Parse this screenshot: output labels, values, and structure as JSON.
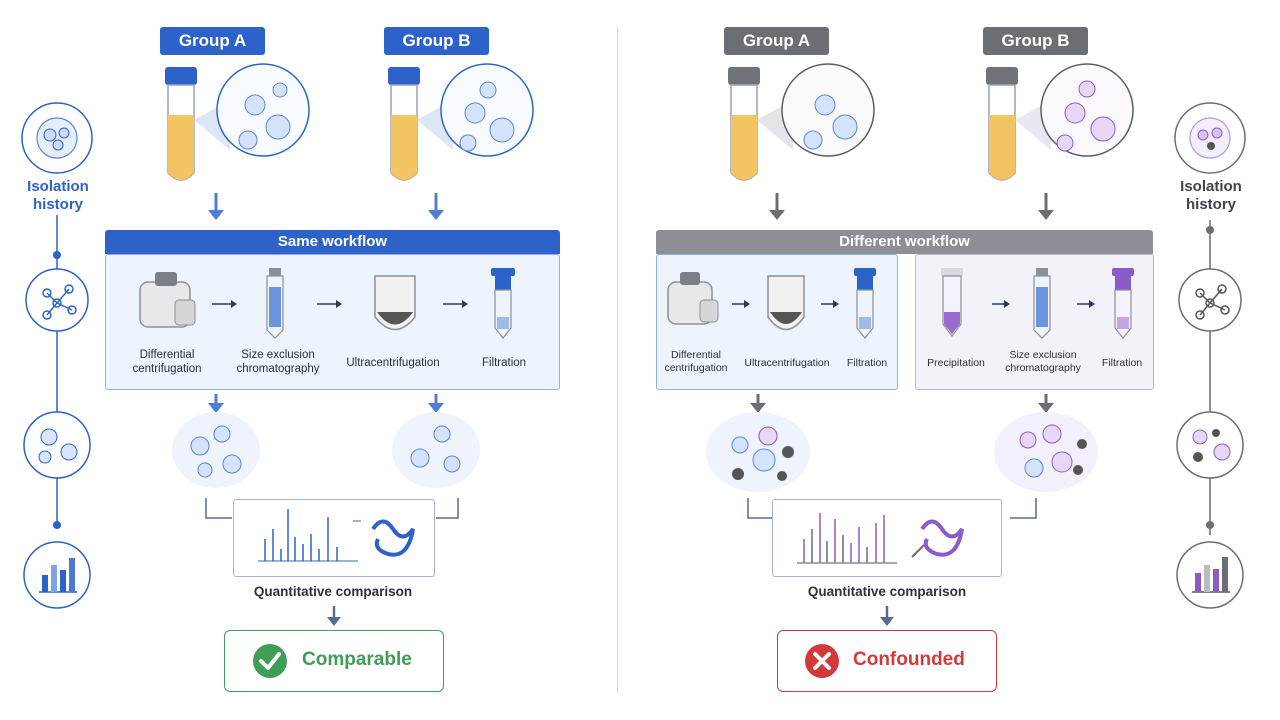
{
  "left": {
    "group_a": "Group A",
    "group_b": "Group B",
    "workflow_title": "Same workflow",
    "steps": [
      {
        "label": "Differential\ncentrifugation"
      },
      {
        "label": "Size exclusion\nchromatography"
      },
      {
        "label": "Ultracentrifugation"
      },
      {
        "label": "Filtration"
      }
    ],
    "comparison_label": "Quantitative comparison",
    "result_label": "Comparable",
    "history_label": "Isolation\nhistory",
    "result_icon": "checkmark-icon"
  },
  "right": {
    "group_a": "Group A",
    "group_b": "Group B",
    "workflow_title": "Different workflow",
    "steps_a": [
      {
        "label": "Differential\ncentrifugation"
      },
      {
        "label": "Ultracentrifugation"
      },
      {
        "label": "Filtration"
      }
    ],
    "steps_b": [
      {
        "label": "Precipitation"
      },
      {
        "label": "Size exclusion\nchromatography"
      },
      {
        "label": "Filtration"
      }
    ],
    "comparison_label": "Quantitative comparison",
    "result_label": "Confounded",
    "history_label": "Isolation\nhistory",
    "result_icon": "cross-icon"
  },
  "colors": {
    "blue": "#2d63c8",
    "gray": "#6b6e73",
    "purple": "#8a5cc9",
    "green": "#3f9e55",
    "red": "#d23a3a"
  }
}
